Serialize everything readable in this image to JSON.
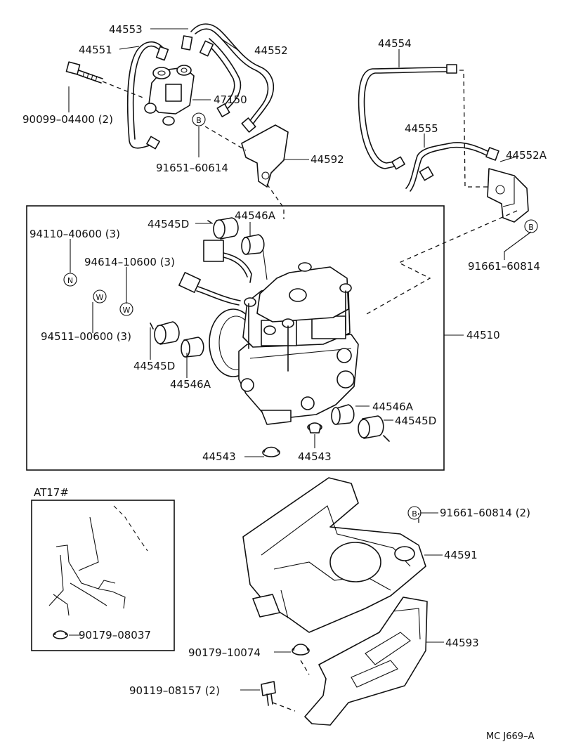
{
  "parts": {
    "p44553": "44553",
    "p44551": "44551",
    "p44552": "44552",
    "p90099": "90099–04400 (2)",
    "p47150": "47150",
    "p91651": "91651–60614",
    "p44592": "44592",
    "p44554": "44554",
    "p44555": "44555",
    "p44552A": "44552A",
    "p91661a": "91661–60814",
    "p44545D_1": "44545D",
    "p44546A_1": "44546A",
    "p94110": "94110–40600 (3)",
    "p94614": "94614–10600 (3)",
    "p94511": "94511–00600 (3)",
    "p44510": "44510",
    "p44545D_2": "44545D",
    "p44546A_2": "44546A",
    "p44546A_3": "44546A",
    "p44545D_3": "44545D",
    "p44543_1": "44543",
    "p44543_2": "44543",
    "p91661b": "91661–60814 (2)",
    "p44591": "44591",
    "p90179a": "90179–08037",
    "p90179b": "90179–10074",
    "p44593": "44593",
    "p90119": "90119–08157 (2)"
  },
  "callouts": {
    "B1": "B",
    "B2": "B",
    "B3": "B",
    "N": "N",
    "W1": "W",
    "W2": "W"
  },
  "inset_title": "AT17#",
  "diagram_code": "MC J669–A"
}
